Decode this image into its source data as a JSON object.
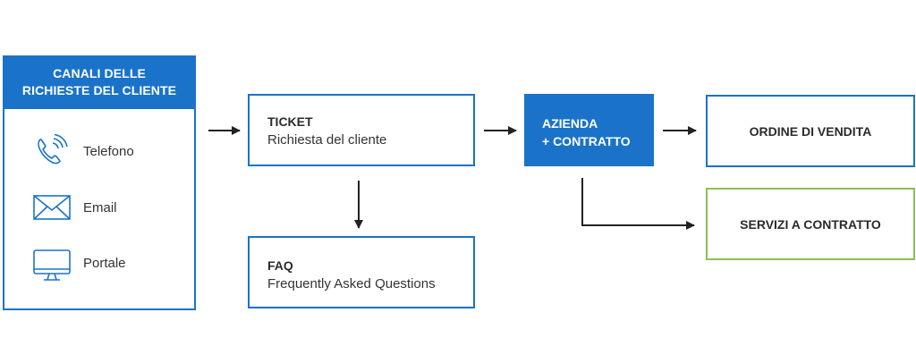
{
  "channels": {
    "header_line1": "CANALI DELLE",
    "header_line2": "RICHIESTE DEL CLIENTE",
    "items": [
      {
        "label": "Telefono",
        "icon": "phone-icon"
      },
      {
        "label": "Email",
        "icon": "envelope-icon"
      },
      {
        "label": "Portale",
        "icon": "monitor-icon"
      }
    ]
  },
  "ticket": {
    "title": "TICKET",
    "subtitle": "Richiesta del cliente"
  },
  "faq": {
    "title": "FAQ",
    "subtitle": "Frequently Asked Questions"
  },
  "azienda": {
    "line1": "AZIENDA",
    "line2": "+ CONTRATTO"
  },
  "ordine": {
    "label": "ORDINE DI VENDITA"
  },
  "servizi": {
    "label": "SERVIZI A CONTRATTO"
  },
  "colors": {
    "primary_blue": "#1a73c9",
    "green_border": "#8ac053",
    "arrow": "#222222"
  }
}
